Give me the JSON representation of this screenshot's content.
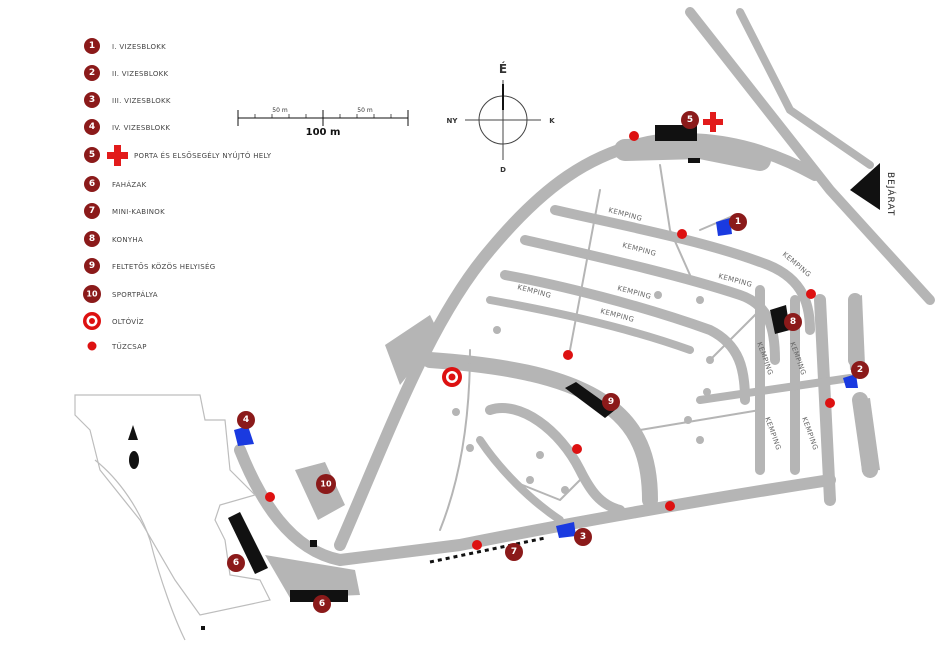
{
  "legend": {
    "items": [
      {
        "marker": "1",
        "label": "I. VIZESBLOKK"
      },
      {
        "marker": "2",
        "label": "II. VIZESBLOKK"
      },
      {
        "marker": "3",
        "label": "III. VIZESBLOKK"
      },
      {
        "marker": "4",
        "label": "IV. VIZESBLOKK"
      },
      {
        "marker": "5",
        "label": "PORTA ÉS ELSŐSEGÉLY NYÚJTÓ HELY"
      },
      {
        "marker": "6",
        "label": "FAHÁZAK"
      },
      {
        "marker": "7",
        "label": "MINI-KABINOK"
      },
      {
        "marker": "8",
        "label": "KONYHA"
      },
      {
        "marker": "9",
        "label": "FELTETŐS KÖZÖS HELYISÉG"
      },
      {
        "marker": "10",
        "label": "SPORTPÁLYA"
      },
      {
        "marker": "",
        "label": "OLTÓVÍZ"
      },
      {
        "marker": "",
        "label": "TŰZCSAP"
      }
    ]
  },
  "scale": {
    "left_label": "50 m",
    "right_label": "50 m",
    "total_label": "100 m"
  },
  "compass": {
    "north": "É",
    "west": "NY",
    "east": "K",
    "south": "D"
  },
  "entrance": {
    "label": "BEJÁRAT"
  },
  "area_labels": [
    "KEMPING",
    "KEMPING",
    "KEMPING",
    "KEMPING",
    "KEMPING",
    "KEMPING",
    "KEMPING",
    "KEMPING",
    "KEMPING",
    "KEMPING",
    "KEMPING"
  ],
  "map_markers": [
    "1",
    "2",
    "3",
    "4",
    "5",
    "6",
    "6",
    "7",
    "8",
    "9",
    "10"
  ],
  "colors": {
    "marker": "#8b1a1a",
    "hydrant": "#dd1111",
    "road": "#b5b5b5",
    "building": "#111111",
    "washblock": "#1a3ae0",
    "cross": "#e21b1b"
  }
}
